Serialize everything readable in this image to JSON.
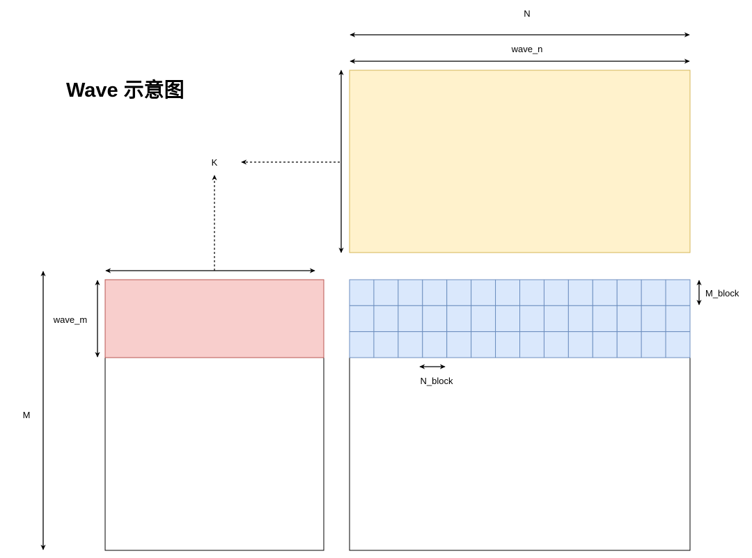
{
  "title": "Wave 示意图",
  "labels": {
    "N": "N",
    "wave_n": "wave_n",
    "K": "K",
    "M": "M",
    "wave_m": "wave_m",
    "M_block": "M_block",
    "N_block": "N_block"
  },
  "grid": {
    "rows": 3,
    "cols": 14
  },
  "colors": {
    "b_matrix_fill": "#fff2cc",
    "b_matrix_stroke": "#d6b656",
    "a_wave_fill": "#f8cecc",
    "a_wave_stroke": "#b85450",
    "c_block_fill": "#dae8fc",
    "c_block_stroke": "#6c8ebf",
    "line": "#000000"
  }
}
